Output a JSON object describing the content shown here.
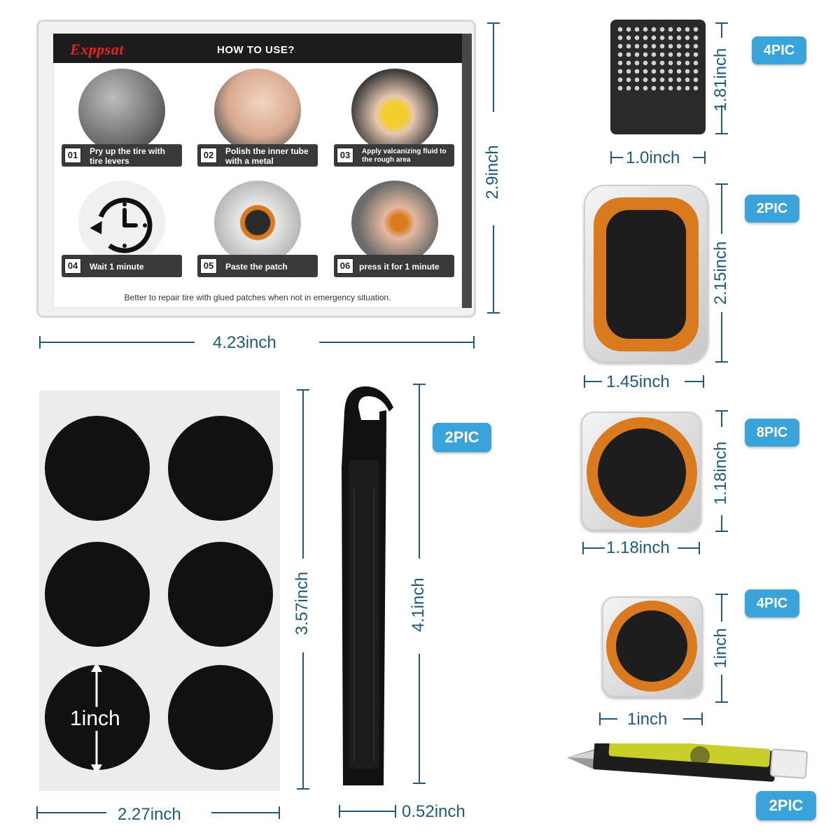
{
  "instructions": {
    "brand": "Exppsat",
    "title": "HOW TO USE?",
    "steps": [
      {
        "num": "01",
        "text": "Pry up the tire with tire levers"
      },
      {
        "num": "02",
        "text": "Polish the inner tube with a metal"
      },
      {
        "num": "03",
        "text": "Apply valcanizing fluid to the rough area"
      },
      {
        "num": "04",
        "text": "Wait 1 minute"
      },
      {
        "num": "05",
        "text": "Paste the patch"
      },
      {
        "num": "06",
        "text": "press it for 1 minute"
      }
    ],
    "note": "Better to repair tire with glued patches when not in emergency situation.",
    "width": "4.23inch",
    "height": "2.9inch"
  },
  "rasp": {
    "height": "1.81inch",
    "width": "1.0inch",
    "qty": "4PIC"
  },
  "patch_large_rect": {
    "height": "2.15inch",
    "width": "1.45inch",
    "qty": "2PIC"
  },
  "patch_round_large": {
    "height": "1.18inch",
    "width": "1.18inch",
    "qty": "8PIC"
  },
  "patch_round_small": {
    "height": "1inch",
    "width": "1inch",
    "qty": "4PIC"
  },
  "glue_tube": {
    "qty": "2PIC"
  },
  "self_adhesive_patches": {
    "height": "3.57inch",
    "width": "2.27inch",
    "dot_diameter": "1inch"
  },
  "tire_lever": {
    "height": "4.1inch",
    "width": "0.52inch",
    "qty": "2PIC"
  },
  "colors": {
    "dimension": "#1e5a7c",
    "badge": "#3aa3d9",
    "patch_orange": "#d97a1e",
    "brand_red": "#e1251b"
  }
}
